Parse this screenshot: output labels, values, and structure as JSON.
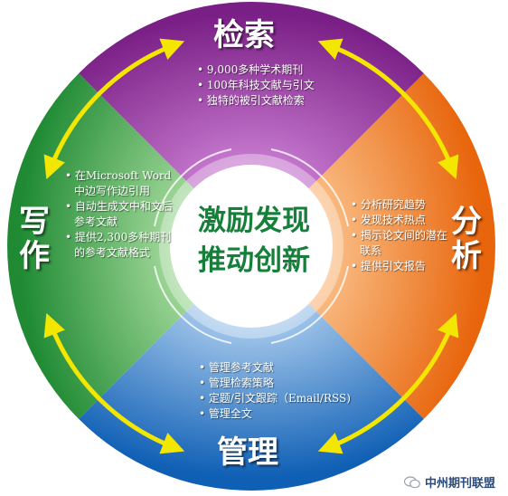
{
  "center": {
    "line1": "激励发现",
    "line2": "推动创新"
  },
  "sectors": {
    "search": {
      "title": "检索",
      "color": "#8b2f97",
      "items": [
        "9,000多种学术期刊",
        "100年科技文献与引文",
        "独特的被引文献检索"
      ]
    },
    "analyze": {
      "title": "分析",
      "color": "#ef7d1a",
      "items": [
        "分析研究趋势",
        "发现技术热点",
        "揭示论文间的潜在联系",
        "提供引文报告"
      ]
    },
    "manage": {
      "title": "管理",
      "color": "#1a6fc0",
      "items": [
        "管理参考文献",
        "管理检索策略",
        "定题/引文跟踪（Email/RSS)",
        "管理全文"
      ]
    },
    "write": {
      "title": "写作",
      "color": "#2c9a3a",
      "items": [
        "在Microsoft Word中边写作边引用",
        "自动生成文中和文后参考文献",
        "提供2,300多种期刊的参考文献格式"
      ]
    }
  },
  "arrow_color": "#f3e600",
  "watermark": {
    "text": "中州期刊联盟",
    "icon": "chat-bubbles-icon"
  }
}
